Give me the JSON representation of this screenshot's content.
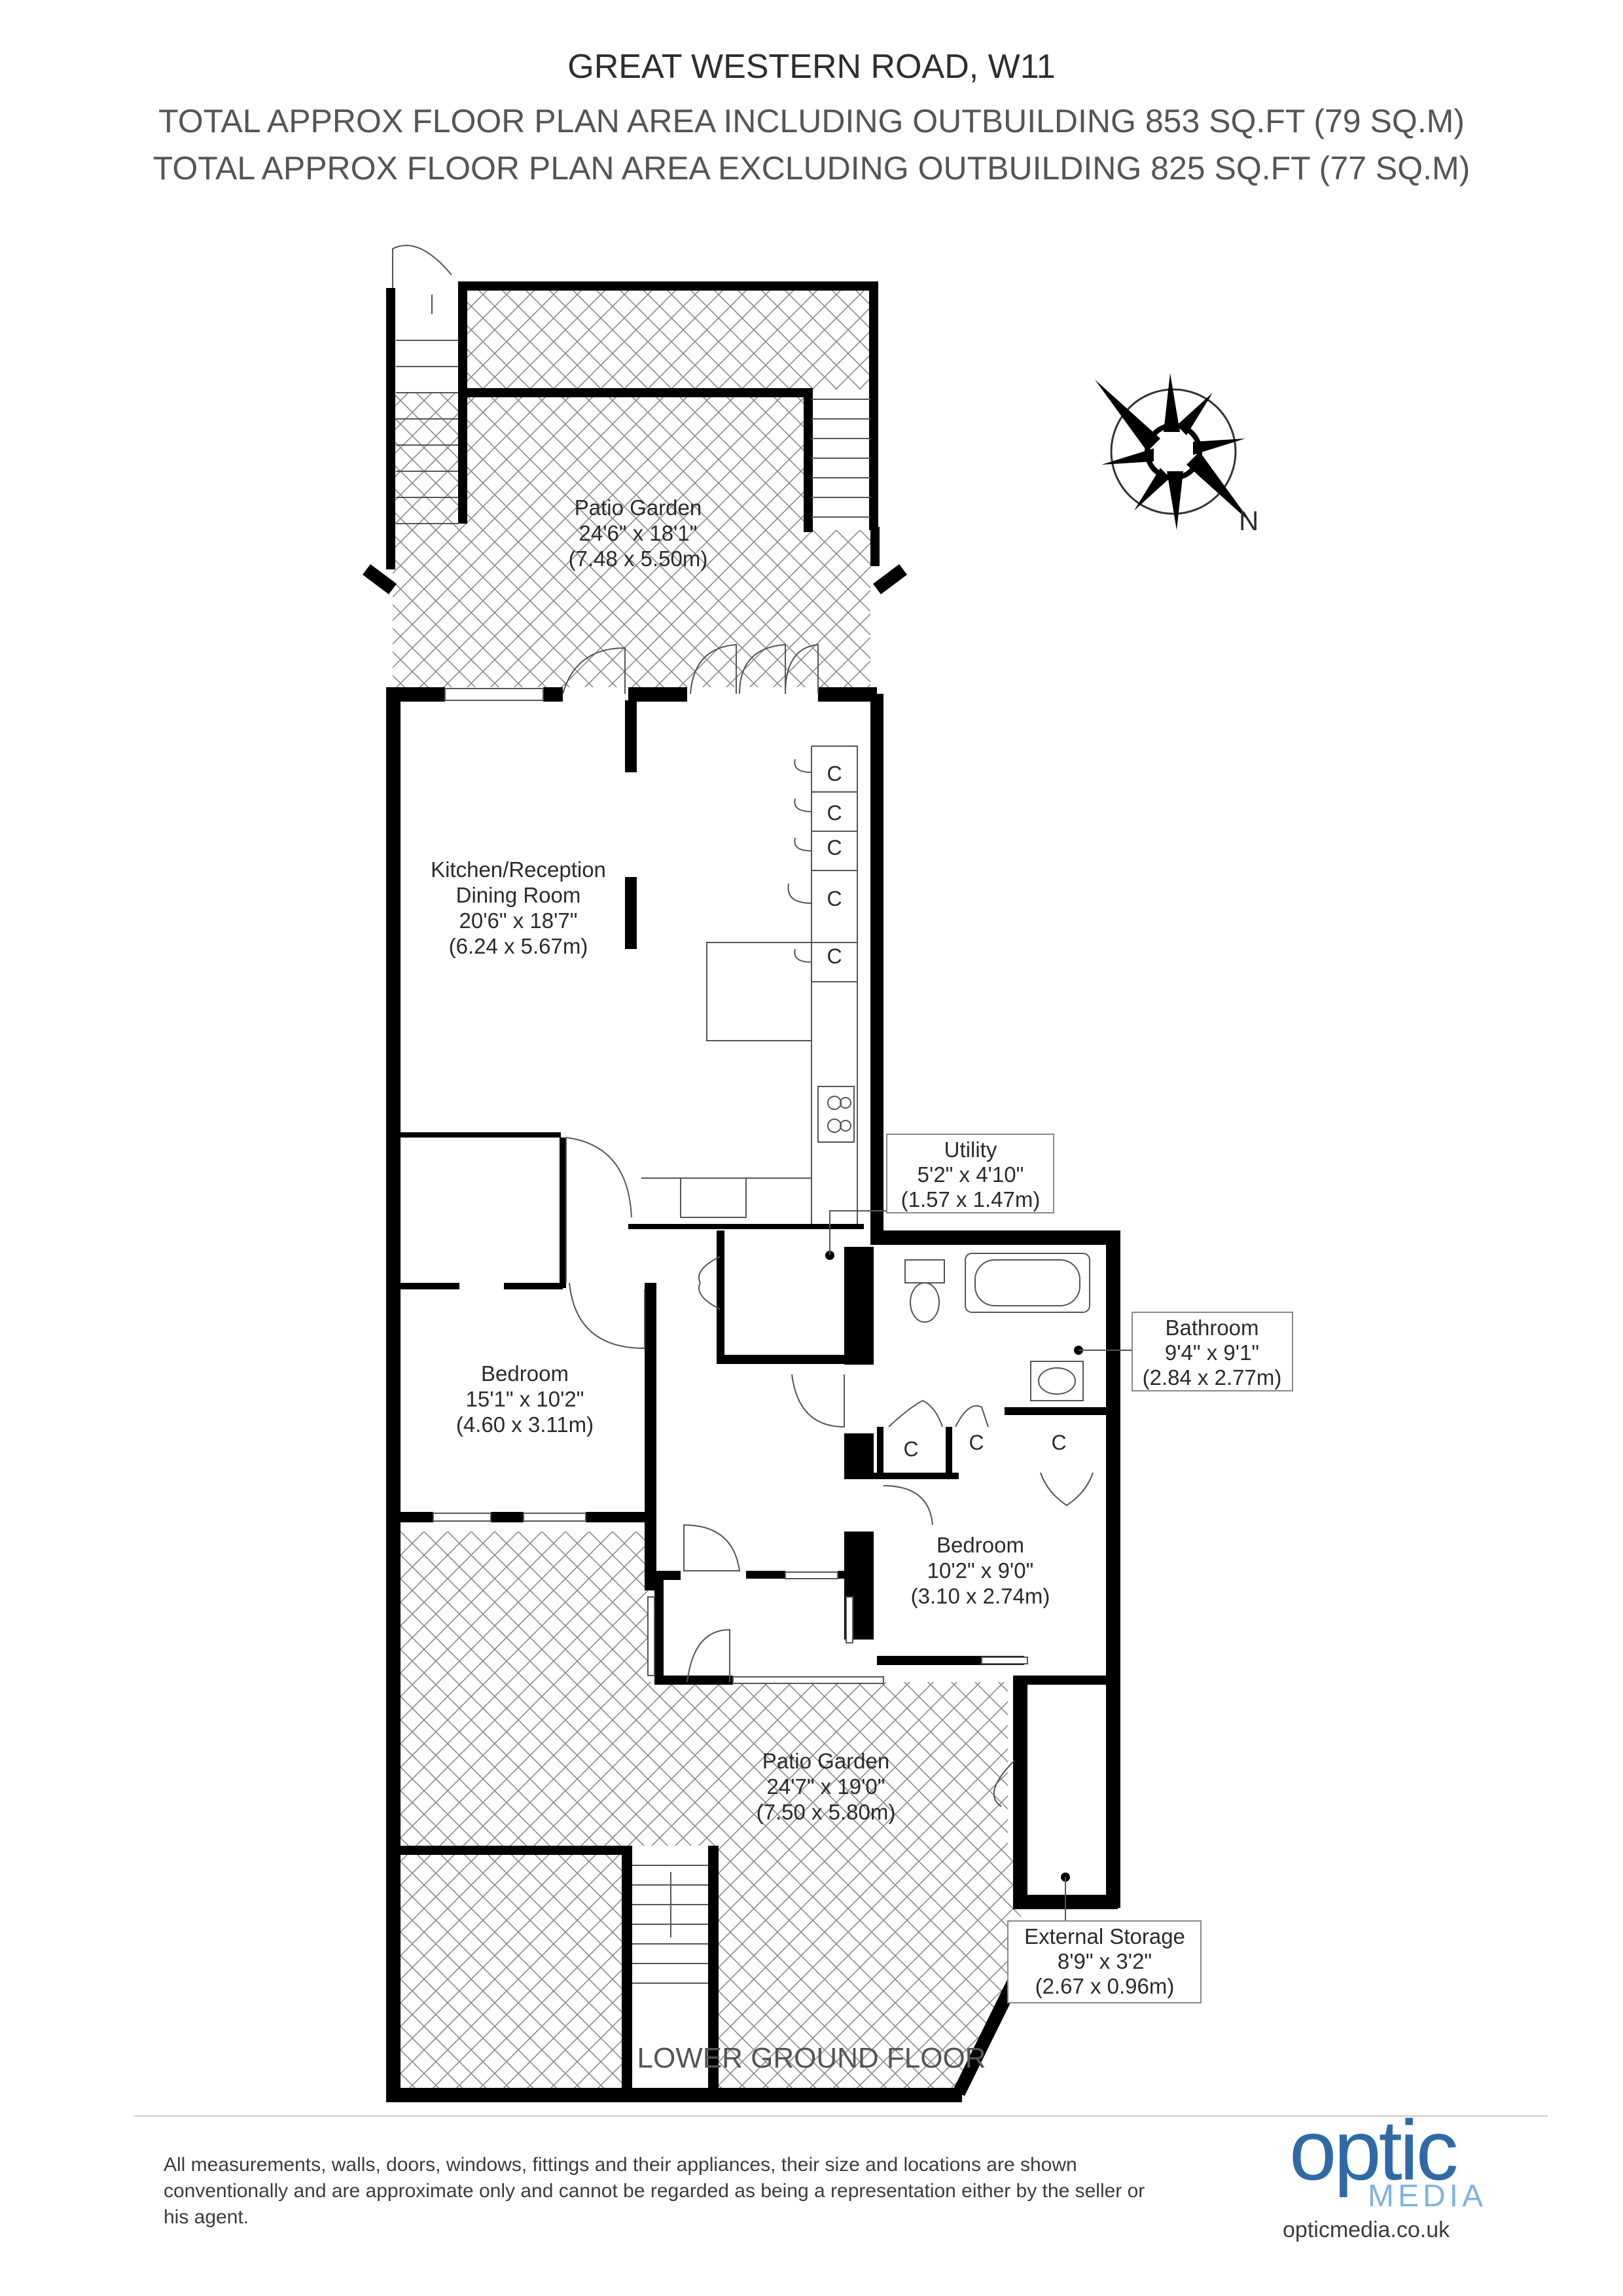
{
  "header": {
    "title": "GREAT WESTERN ROAD, W11",
    "area_including": "TOTAL APPROX FLOOR PLAN AREA INCLUDING OUTBUILDING 853 SQ.FT (79 SQ.M)",
    "area_excluding": "TOTAL APPROX FLOOR PLAN AREA EXCLUDING OUTBUILDING 825 SQ.FT (77 SQ.M)"
  },
  "compass": {
    "north": "N"
  },
  "rooms": {
    "patio_top": {
      "name": "Patio Garden",
      "imperial": "24'6\" x 18'1\"",
      "metric": "(7.48 x 5.50m)"
    },
    "kitchen": {
      "name1": "Kitchen/Reception",
      "name2": "Dining Room",
      "imperial": "20'6\" x 18'7\"",
      "metric": "(6.24 x 5.67m)"
    },
    "utility": {
      "name": "Utility",
      "imperial": "5'2\" x 4'10\"",
      "metric": "(1.57 x 1.47m)"
    },
    "bathroom": {
      "name": "Bathroom",
      "imperial": "9'4\" x 9'1\"",
      "metric": "(2.84 x 2.77m)"
    },
    "bedroom1": {
      "name": "Bedroom",
      "imperial": "15'1\" x 10'2\"",
      "metric": "(4.60 x 3.11m)"
    },
    "bedroom2": {
      "name": "Bedroom",
      "imperial": "10'2\" x 9'0\"",
      "metric": "(3.10 x 2.74m)"
    },
    "patio_bottom": {
      "name": "Patio Garden",
      "imperial": "24'7\" x 19'0\"",
      "metric": "(7.50 x 5.80m)"
    },
    "storage": {
      "name": "External Storage",
      "imperial": "8'9\" x 3'2\"",
      "metric": "(2.67 x 0.96m)"
    }
  },
  "cupboard_label": "C",
  "floor_label": "LOWER GROUND FLOOR",
  "disclaimer": "All measurements, walls, doors, windows, fittings and their appliances, their size and locations are shown conventionally and are approximate only and cannot be regarded as being a representation either by the seller or his agent.",
  "logo": {
    "word": "optic",
    "sub": "MEDIA",
    "url": "opticmedia.co.uk"
  },
  "colors": {
    "wall": "#000000",
    "hatch": "#8a8a8a",
    "logo_blue": "#2f6aa6",
    "logo_light": "#7fb4de"
  }
}
